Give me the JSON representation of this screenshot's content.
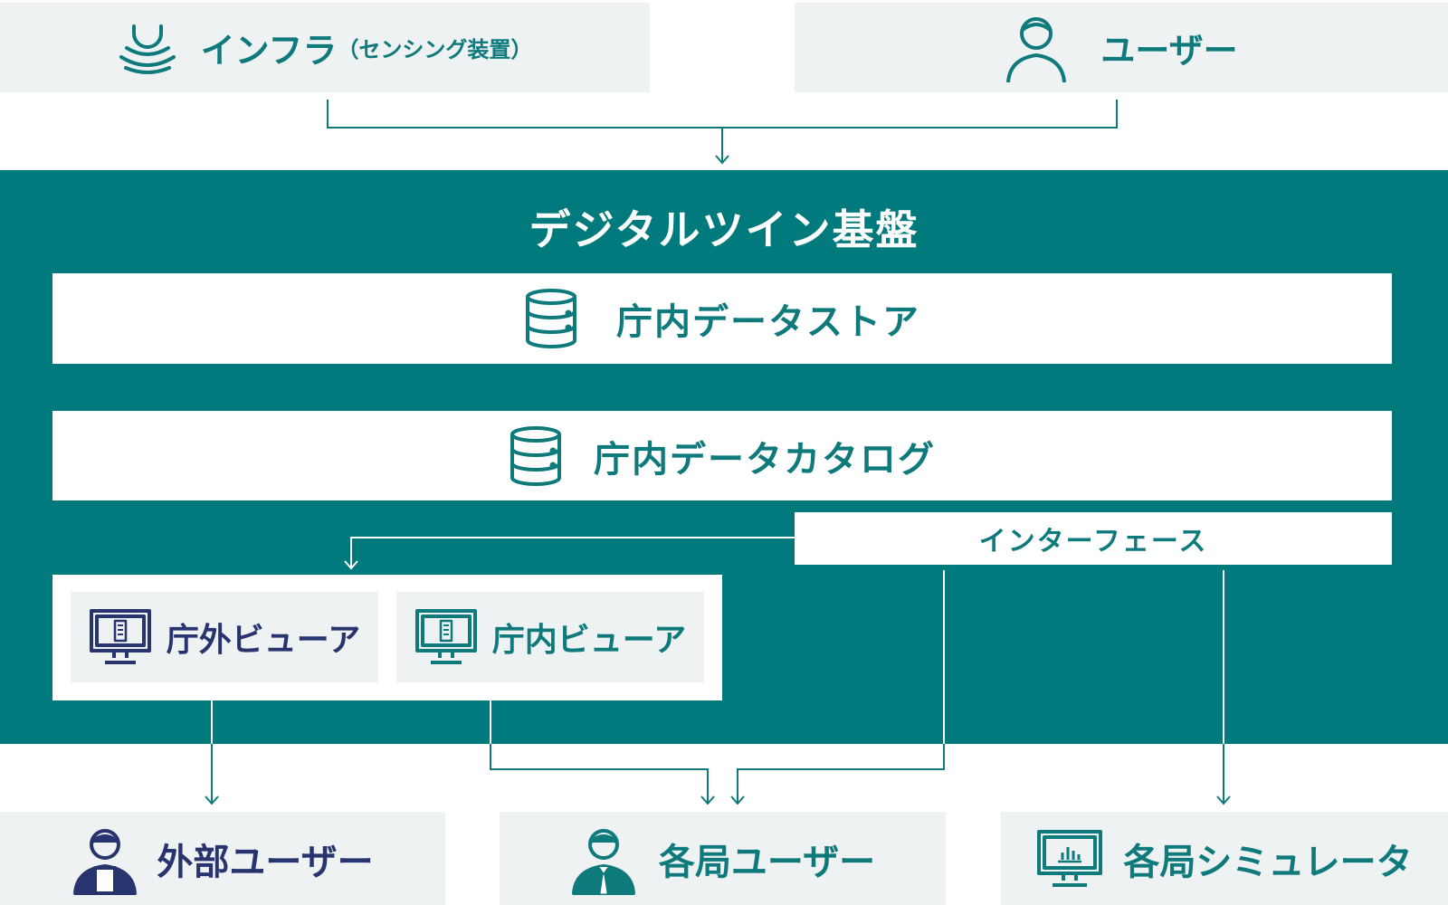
{
  "inputs": {
    "infra": {
      "main": "インフラ",
      "sub": "（センシング装置）",
      "icon": "sensor-icon"
    },
    "user": {
      "label": "ユーザー",
      "icon": "user-icon"
    }
  },
  "platform": {
    "title": "デジタルツイン基盤",
    "datastore": {
      "label": "庁内データストア",
      "icon": "database-icon"
    },
    "catalog": {
      "label": "庁内データカタログ",
      "icon": "database-icon"
    },
    "interface": {
      "label": "インターフェース"
    },
    "viewers": [
      {
        "label": "庁外ビューア",
        "icon": "monitor-building-icon",
        "color": "#28346e"
      },
      {
        "label": "庁内ビューア",
        "icon": "monitor-building-icon",
        "color": "#0f7a7c"
      }
    ]
  },
  "outputs": [
    {
      "label": "外部ユーザー",
      "icon": "user-icon",
      "color": "#28346e"
    },
    {
      "label": "各局ユーザー",
      "icon": "business-user-icon",
      "color": "#0f7a7c"
    },
    {
      "label": "各局シミュレータ",
      "icon": "monitor-chart-icon",
      "color": "#0f7a7c"
    }
  ],
  "colors": {
    "teal": "#007a7c",
    "teal_text": "#0f7a7c",
    "navy": "#28346e",
    "panel_gray": "#eef2f2"
  }
}
